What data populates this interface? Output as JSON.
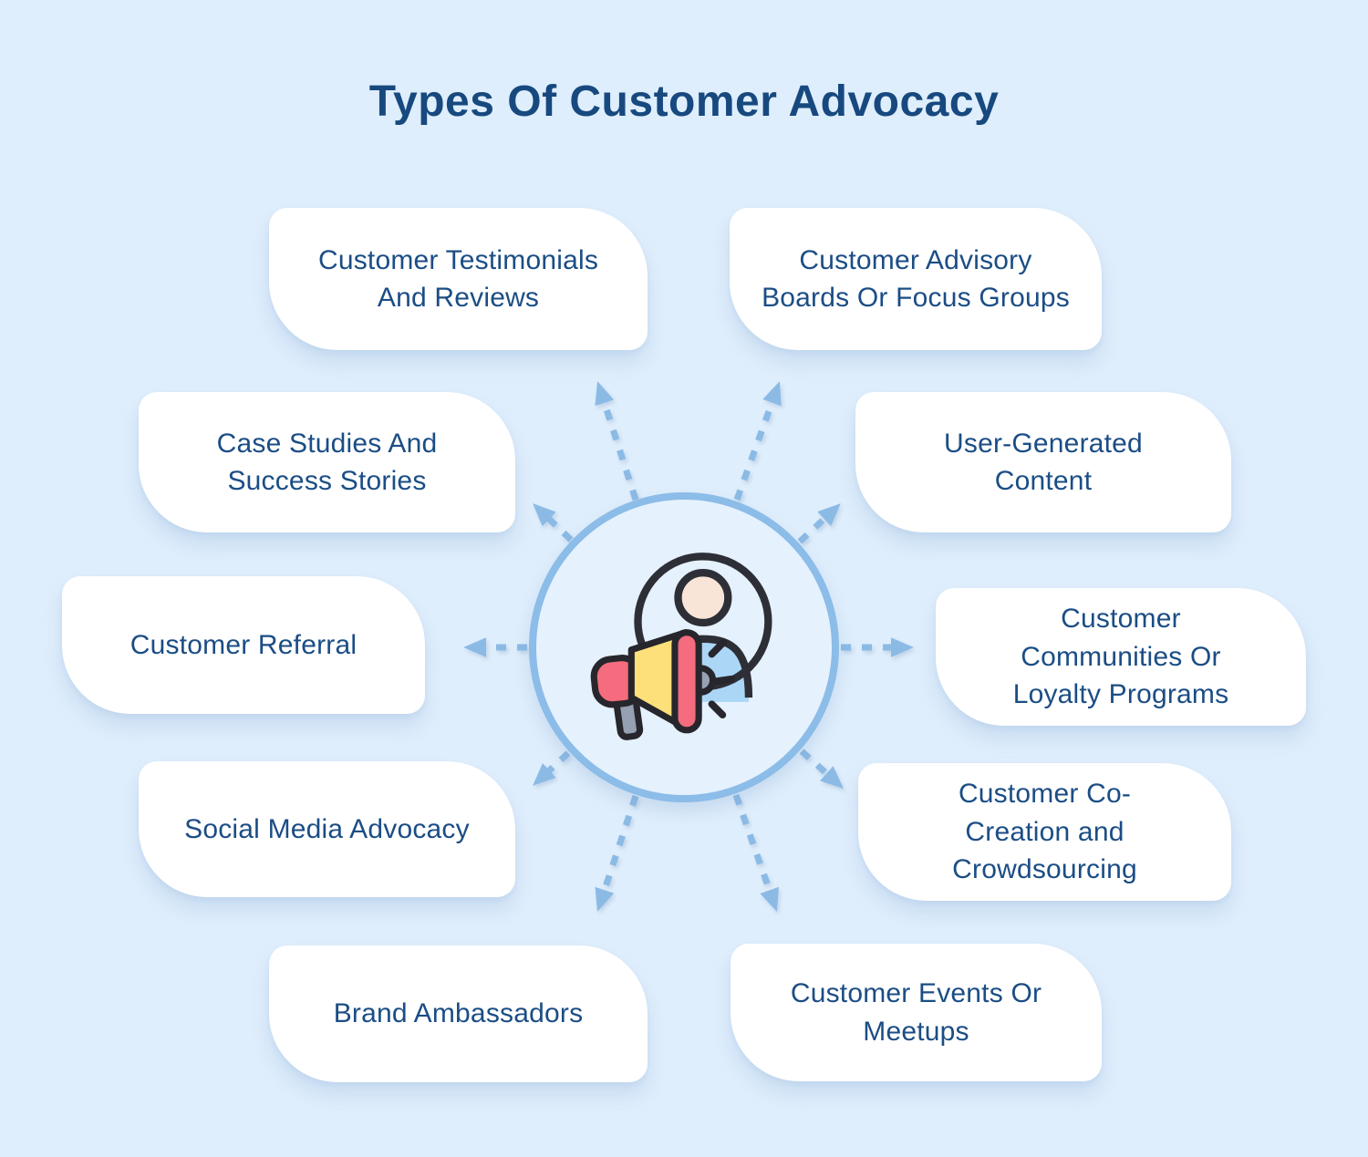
{
  "title": "Types Of Customer Advocacy",
  "colors": {
    "background": "#dfeefc",
    "card": "#ffffff",
    "card_text": "#1b4d85",
    "title_text": "#17497f",
    "accent_blue": "#8bbae5",
    "circle_fill": "#e5f1fd",
    "megaphone_pink": "#f46c7d",
    "megaphone_yellow": "#fde07a",
    "megaphone_gray": "#95a0b2",
    "person_skin": "#f8e5d8",
    "person_body_blue": "#abd6f6"
  },
  "center": {
    "icon": "megaphone-person-icon"
  },
  "cards": [
    {
      "id": "customer-testimonials",
      "label": "Customer Testimonials\nAnd Reviews"
    },
    {
      "id": "customer-advisory-boards",
      "label": "Customer Advisory\nBoards Or Focus Groups"
    },
    {
      "id": "case-studies",
      "label": "Case Studies And\nSuccess Stories"
    },
    {
      "id": "user-generated-content",
      "label": "User-Generated\nContent"
    },
    {
      "id": "customer-referral",
      "label": "Customer Referral"
    },
    {
      "id": "customer-communities",
      "label": "Customer\nCommunities Or\nLoyalty Programs"
    },
    {
      "id": "social-media-advocacy",
      "label": "Social Media Advocacy"
    },
    {
      "id": "customer-co-creation",
      "label": "Customer Co-\nCreation and\nCrowdsourcing"
    },
    {
      "id": "brand-ambassadors",
      "label": "Brand Ambassadors"
    },
    {
      "id": "customer-events",
      "label": "Customer Events Or\nMeetups"
    }
  ]
}
